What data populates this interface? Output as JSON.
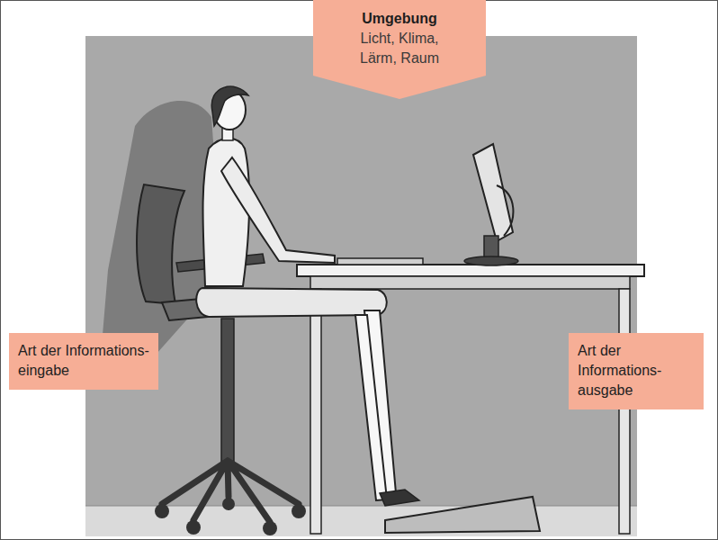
{
  "diagram": {
    "nodes": [
      {
        "text": [
          "Umgebung",
          "Licht, Klima, Lärm, Raum"
        ]
      },
      {
        "text": [
          "Art der Informations- eingabe"
        ]
      },
      {
        "text": [
          "Art der Informations- ausgabe"
        ]
      }
    ]
  }
}
